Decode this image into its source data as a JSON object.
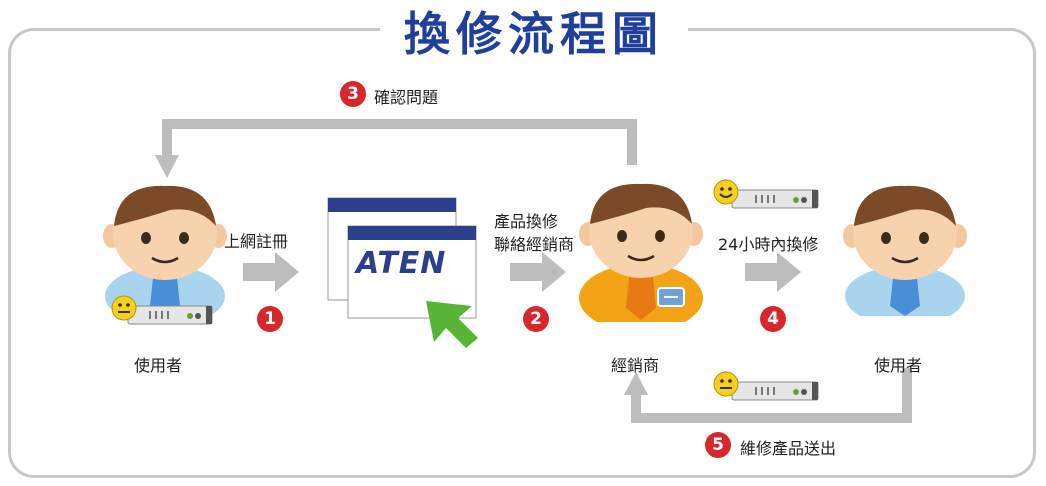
{
  "title": "換修流程圖",
  "steps": {
    "s1": {
      "num": "1",
      "label": "上網註冊"
    },
    "s2": {
      "num": "2",
      "label_line1": "產品換修",
      "label_line2": "聯絡經銷商"
    },
    "s3": {
      "num": "3",
      "label": "確認問題"
    },
    "s4": {
      "num": "4",
      "label": "24小時內換修"
    },
    "s5": {
      "num": "5",
      "label": "維修產品送出"
    }
  },
  "actors": {
    "user_left": "使用者",
    "dealer": "經銷商",
    "user_right": "使用者"
  },
  "logo": "ATEN",
  "colors": {
    "title": "#1f3f9a",
    "badge": "#d7262c",
    "arrow": "#bdbdbd",
    "window_bar": "#2b3f8c",
    "cursor": "#58b436"
  }
}
